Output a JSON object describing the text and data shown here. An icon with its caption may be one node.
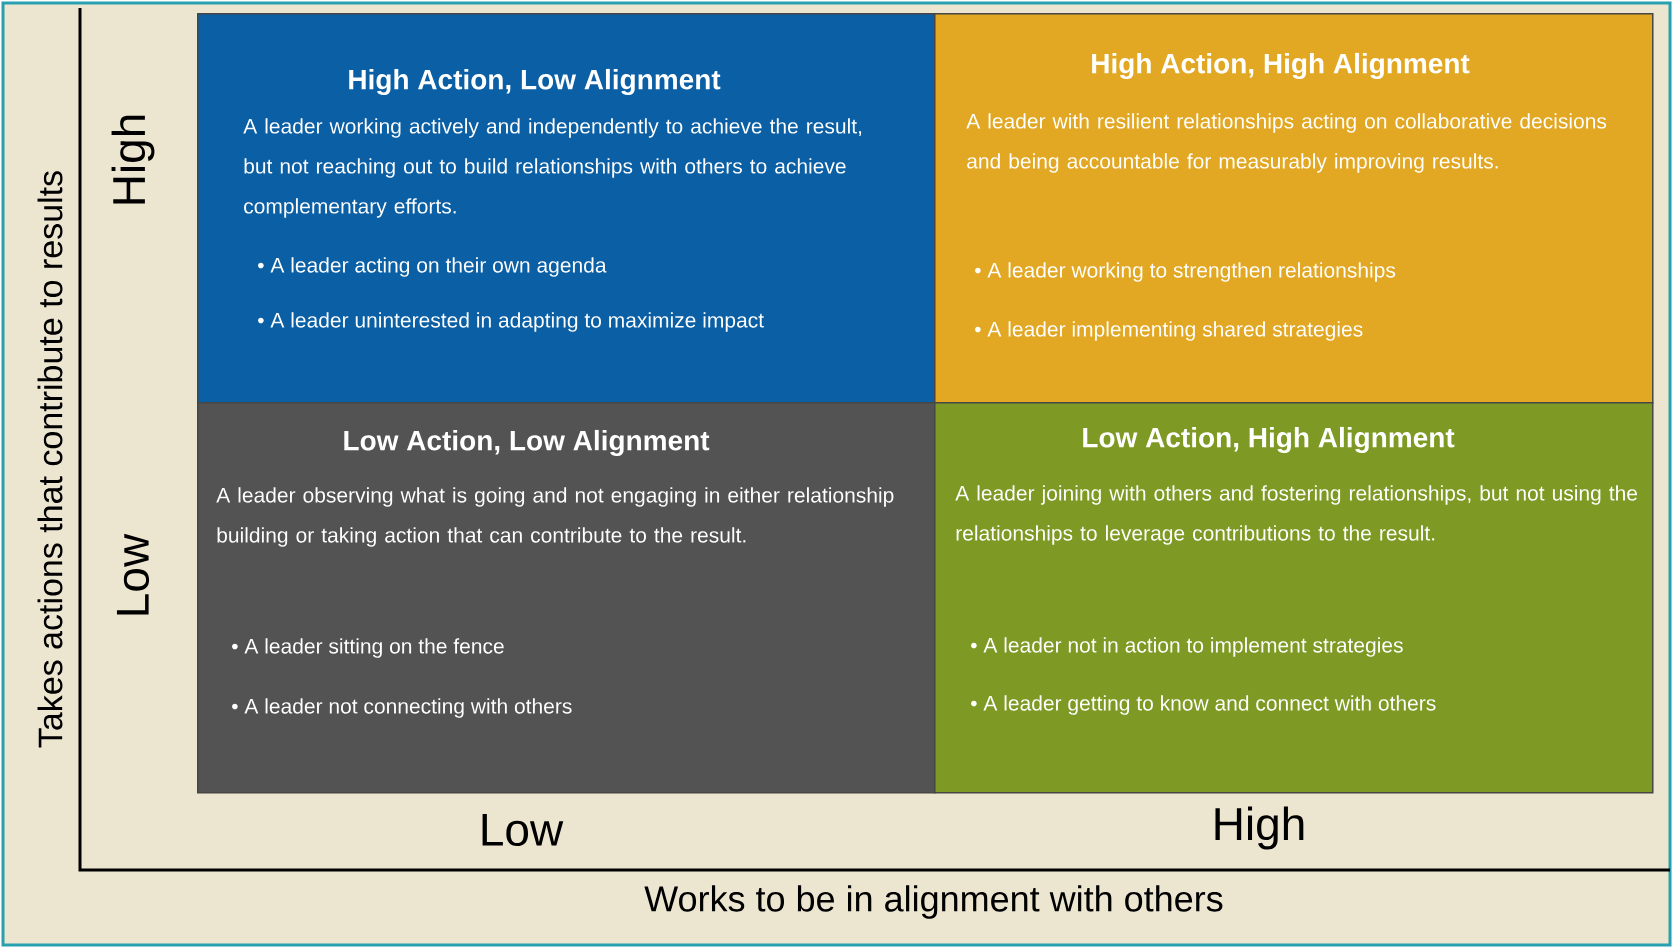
{
  "diagram": {
    "nodes": [
      {
        "text": [
          "High Action, Low Alignment",
          "A leader working actively and independently to achieve the result, but not reaching out to build relationships with others to achieve complementary efforts.",
          "• A leader acting on their own agenda",
          "• A leader uninterested in adapting to maximize impact"
        ]
      },
      {
        "text": [
          "High Action, High Alignment",
          "A leader with resilient relationships acting on collaborative decisions and being accountable for measurably improving results.",
          "• A leader working to strengthen relationships",
          "• A leader implementing shared strategies"
        ]
      },
      {
        "text": [
          "Low Action, Low Alignment",
          "A leader observing what is going and not engaging in either relationship building or taking action that can contribute to the result.",
          "• A leader sitting on the fence",
          "• A leader not connecting with others"
        ]
      },
      {
        "text": [
          "Low Action, High Alignment",
          "A leader joining with others and fostering relationships, but not using the relationships to leverage contributions to the result.",
          "• A leader not in action to implement strategies",
          "• A leader getting to know and connect with others"
        ]
      }
    ],
    "labels": [
      "Takes actions that contribute to results",
      "High",
      "Low",
      "Low",
      "High",
      "Works to be in alignment with others"
    ]
  }
}
